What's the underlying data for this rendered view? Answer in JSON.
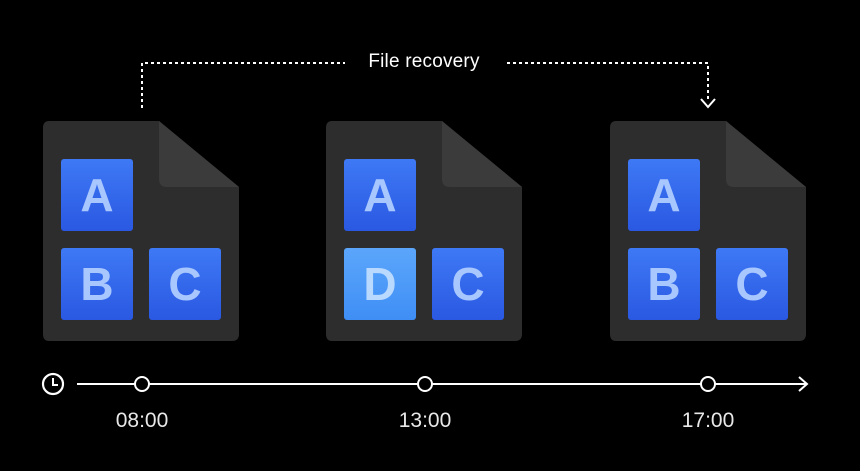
{
  "diagram": {
    "recovery_label": "File recovery",
    "files": [
      {
        "time": "08:00",
        "blocks": [
          {
            "slot": "top-left",
            "letter": "A",
            "state": "normal"
          },
          {
            "slot": "bottom-left",
            "letter": "B",
            "state": "normal"
          },
          {
            "slot": "bottom-right",
            "letter": "C",
            "state": "normal"
          }
        ]
      },
      {
        "time": "13:00",
        "blocks": [
          {
            "slot": "top-left",
            "letter": "A",
            "state": "normal"
          },
          {
            "slot": "bottom-left",
            "letter": "D",
            "state": "changed"
          },
          {
            "slot": "bottom-right",
            "letter": "C",
            "state": "normal"
          }
        ]
      },
      {
        "time": "17:00",
        "blocks": [
          {
            "slot": "top-left",
            "letter": "A",
            "state": "normal"
          },
          {
            "slot": "bottom-left",
            "letter": "B",
            "state": "normal"
          },
          {
            "slot": "bottom-right",
            "letter": "C",
            "state": "normal"
          }
        ]
      }
    ],
    "timeline": {
      "start_icon": "clock-icon",
      "end_icon": "arrow-right-icon"
    },
    "colors": {
      "background": "#000000",
      "file_body": "#2d2d2d",
      "file_fold": "#3b3b3b",
      "block": "#3366ee",
      "block_changed": "#4a97f8",
      "line": "#ffffff"
    }
  }
}
